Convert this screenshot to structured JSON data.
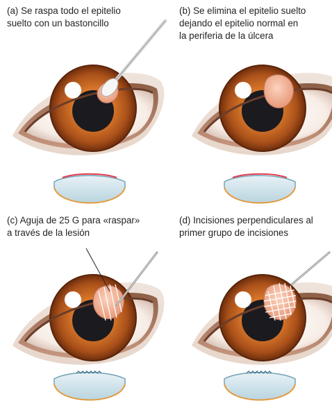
{
  "panels": [
    {
      "id": "a",
      "caption": [
        "(a) Se raspa todo el epitelio",
        "suelto con un bastoncillo"
      ]
    },
    {
      "id": "b",
      "caption": [
        "(b) Se elimina el epitelio suelto",
        "dejando el epitelio normal en",
        "la periferia de la úlcera"
      ]
    },
    {
      "id": "c",
      "caption": [
        "(c) Aguja de 25 G para «raspar»",
        "a través de la lesión"
      ]
    },
    {
      "id": "d",
      "caption": [
        "(d) Incisiones perpendiculares al",
        "primer grupo de incisiones"
      ]
    }
  ],
  "colors": {
    "iris_outer": "#8a3a10",
    "iris_mid": "#c4641f",
    "iris_inner": "#e08a3a",
    "pupil": "#1b1a1f",
    "sclera": "#fbf4ee",
    "skin": "#c49a7e",
    "lesion": "#f2b08e",
    "cornea": "#cfe3ea",
    "cornea_edge": "#6f9fb3",
    "lens_rim": "#e39a3c",
    "epithelium_mark": "#e23b4e"
  }
}
